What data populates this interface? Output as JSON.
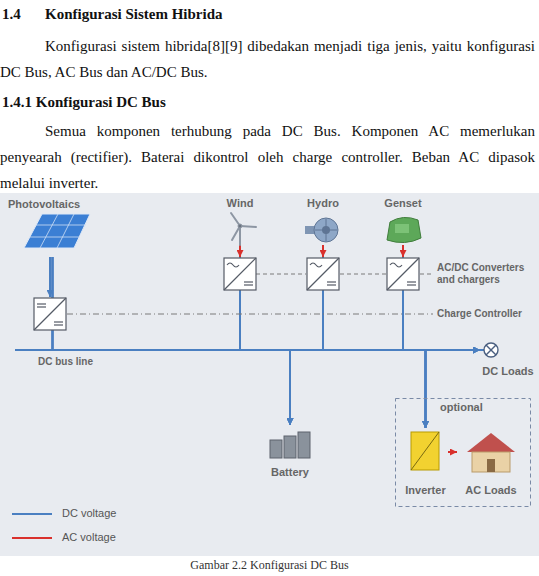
{
  "diagram": {
    "caption": "Gambar 2.2 Konfigurasi DC Bus",
    "nodes": [
      {
        "text": [
          "Photovoltaics"
        ]
      },
      {
        "text": [
          "Wind"
        ]
      },
      {
        "text": [
          "Hydro"
        ]
      },
      {
        "text": [
          "Genset"
        ]
      },
      {
        "text": [
          "Battery"
        ]
      },
      {
        "text": [
          "DC Loads"
        ]
      },
      {
        "text": [
          "optional"
        ]
      },
      {
        "text": [
          "Inverter"
        ],
        "in": 6
      },
      {
        "text": [
          "AC Loads"
        ],
        "in": 6
      }
    ],
    "edges": [
      {
        "from": 0,
        "to": 4,
        "arrow": "to"
      },
      {
        "from": 0,
        "to": 5,
        "arrow": "to"
      },
      {
        "from": 0,
        "to": 7,
        "arrow": "to"
      },
      {
        "from": 1,
        "to": 4,
        "arrow": "to"
      },
      {
        "from": 1,
        "to": 5,
        "arrow": "to"
      },
      {
        "from": 1,
        "to": 7,
        "arrow": "to"
      },
      {
        "from": 2,
        "to": 4,
        "arrow": "to"
      },
      {
        "from": 2,
        "to": 5,
        "arrow": "to"
      },
      {
        "from": 2,
        "to": 7,
        "arrow": "to"
      },
      {
        "from": 3,
        "to": 4,
        "arrow": "to"
      },
      {
        "from": 3,
        "to": 5,
        "arrow": "to"
      },
      {
        "from": 3,
        "to": 7,
        "arrow": "to"
      },
      {
        "from": 7,
        "to": 8,
        "arrow": "to"
      }
    ],
    "labels": [
      "1.4",
      "Konfigurasi Sistem Hibrida",
      "Konfigurasi sistem hibrida[8][9] dibedakan menjadi tiga jenis, yaitu konfigurasi DC Bus, AC Bus dan AC/DC Bus.",
      "1.4.1 Konfigurasi DC Bus",
      "Semua komponen terhubung pada DC Bus. Komponen AC memerlukan penyearah (rectifier). Baterai dikontrol oleh charge controller. Beban AC dipasok melalui inverter.",
      "AC/DC Converters and chargers",
      "Charge Controller",
      "DC bus line"
    ],
    "legend": [
      {
        "text": "DC voltage"
      },
      {
        "text": "AC voltage"
      }
    ]
  }
}
